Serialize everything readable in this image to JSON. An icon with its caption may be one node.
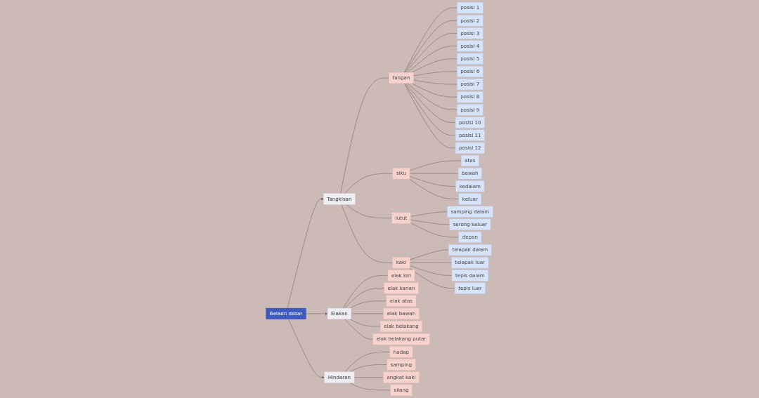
{
  "diagram": {
    "nodes": [
      {
        "text": [
          "Belaan dasar"
        ]
      },
      {
        "text": [
          "Tangkisan"
        ]
      },
      {
        "text": [
          "tangan"
        ]
      },
      {
        "text": [
          "posisi 1"
        ]
      },
      {
        "text": [
          "posisi 2"
        ]
      },
      {
        "text": [
          "posisi 3"
        ]
      },
      {
        "text": [
          "posisi 4"
        ]
      },
      {
        "text": [
          "posisi 5"
        ]
      },
      {
        "text": [
          "posisi 6"
        ]
      },
      {
        "text": [
          "posisi 7"
        ]
      },
      {
        "text": [
          "posisi 8"
        ]
      },
      {
        "text": [
          "posisi 9"
        ]
      },
      {
        "text": [
          "posisi 10"
        ]
      },
      {
        "text": [
          "posisi 11"
        ]
      },
      {
        "text": [
          "posisi 12"
        ]
      },
      {
        "text": [
          "siku"
        ]
      },
      {
        "text": [
          "atas"
        ]
      },
      {
        "text": [
          "bawah"
        ]
      },
      {
        "text": [
          "kedalam"
        ]
      },
      {
        "text": [
          "keluar"
        ]
      },
      {
        "text": [
          "lutut"
        ]
      },
      {
        "text": [
          "samping dalam"
        ]
      },
      {
        "text": [
          "serong keluar"
        ]
      },
      {
        "text": [
          "depan"
        ]
      },
      {
        "text": [
          "kaki"
        ]
      },
      {
        "text": [
          "telapak dalam"
        ]
      },
      {
        "text": [
          "telapak luar"
        ]
      },
      {
        "text": [
          "tepis dalam"
        ]
      },
      {
        "text": [
          "tepis luar"
        ]
      },
      {
        "text": [
          "Elakan"
        ]
      },
      {
        "text": [
          "elak kiri"
        ]
      },
      {
        "text": [
          "elak kanan"
        ]
      },
      {
        "text": [
          "elak atas"
        ]
      },
      {
        "text": [
          "elak bawah"
        ]
      },
      {
        "text": [
          "elak belakang"
        ]
      },
      {
        "text": [
          "elak belakang putar"
        ]
      },
      {
        "text": [
          "Hindaran"
        ]
      },
      {
        "text": [
          "hadap"
        ]
      },
      {
        "text": [
          "samping"
        ]
      },
      {
        "text": [
          "angkat kaki"
        ]
      },
      {
        "text": [
          "silang"
        ]
      }
    ],
    "edges": [
      {
        "from": 0,
        "to": 1,
        "arrow": "to"
      },
      {
        "from": 1,
        "to": 2,
        "arrow": "none"
      },
      {
        "from": 2,
        "to": 3,
        "arrow": "none"
      },
      {
        "from": 2,
        "to": 4,
        "arrow": "none"
      },
      {
        "from": 2,
        "to": 5,
        "arrow": "none"
      },
      {
        "from": 2,
        "to": 6,
        "arrow": "none"
      },
      {
        "from": 2,
        "to": 7,
        "arrow": "none"
      },
      {
        "from": 2,
        "to": 8,
        "arrow": "none"
      },
      {
        "from": 2,
        "to": 9,
        "arrow": "none"
      },
      {
        "from": 2,
        "to": 10,
        "arrow": "none"
      },
      {
        "from": 2,
        "to": 11,
        "arrow": "none"
      },
      {
        "from": 2,
        "to": 12,
        "arrow": "none"
      },
      {
        "from": 2,
        "to": 13,
        "arrow": "none"
      },
      {
        "from": 2,
        "to": 14,
        "arrow": "none"
      },
      {
        "from": 1,
        "to": 15,
        "arrow": "none"
      },
      {
        "from": 15,
        "to": 16,
        "arrow": "none"
      },
      {
        "from": 15,
        "to": 17,
        "arrow": "none"
      },
      {
        "from": 15,
        "to": 18,
        "arrow": "none"
      },
      {
        "from": 15,
        "to": 19,
        "arrow": "none"
      },
      {
        "from": 1,
        "to": 20,
        "arrow": "none"
      },
      {
        "from": 20,
        "to": 21,
        "arrow": "none"
      },
      {
        "from": 20,
        "to": 22,
        "arrow": "none"
      },
      {
        "from": 20,
        "to": 23,
        "arrow": "none"
      },
      {
        "from": 1,
        "to": 24,
        "arrow": "none"
      },
      {
        "from": 24,
        "to": 25,
        "arrow": "none"
      },
      {
        "from": 24,
        "to": 26,
        "arrow": "none"
      },
      {
        "from": 24,
        "to": 27,
        "arrow": "none"
      },
      {
        "from": 24,
        "to": 28,
        "arrow": "none"
      },
      {
        "from": 0,
        "to": 29,
        "arrow": "to"
      },
      {
        "from": 29,
        "to": 30,
        "arrow": "none"
      },
      {
        "from": 29,
        "to": 31,
        "arrow": "none"
      },
      {
        "from": 29,
        "to": 32,
        "arrow": "none"
      },
      {
        "from": 29,
        "to": 33,
        "arrow": "none"
      },
      {
        "from": 29,
        "to": 34,
        "arrow": "none"
      },
      {
        "from": 29,
        "to": 35,
        "arrow": "none"
      },
      {
        "from": 0,
        "to": 36,
        "arrow": "to"
      },
      {
        "from": 36,
        "to": 37,
        "arrow": "none"
      },
      {
        "from": 36,
        "to": 38,
        "arrow": "none"
      },
      {
        "from": 36,
        "to": 39,
        "arrow": "none"
      },
      {
        "from": 36,
        "to": 40,
        "arrow": "none"
      }
    ]
  }
}
